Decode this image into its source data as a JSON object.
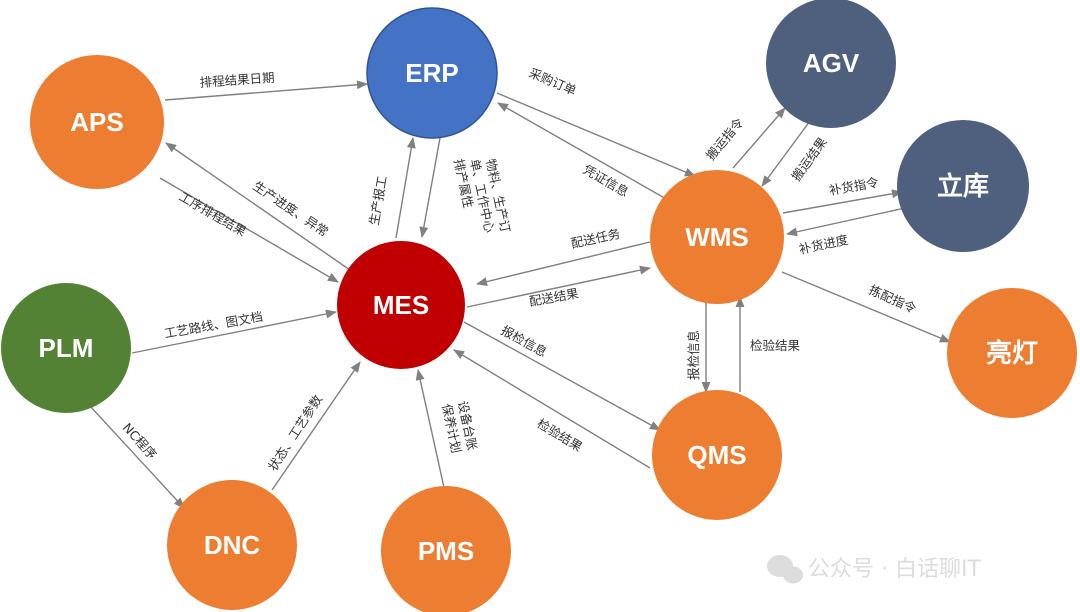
{
  "colors": {
    "orange": "#ED7D31",
    "blue": "#4472C4",
    "red": "#C00000",
    "green": "#548235",
    "slate": "#4F5F7E",
    "edge": "#808080"
  },
  "nodes": {
    "erp": "ERP",
    "aps": "APS",
    "agv": "AGV",
    "liku": "立库",
    "wms": "WMS",
    "mes": "MES",
    "plm": "PLM",
    "liangdeng": "亮灯",
    "qms": "QMS",
    "dnc": "DNC",
    "pms": "PMS"
  },
  "edges": {
    "aps_erp": "排程结果日期",
    "erp_wms": "采购订单",
    "wms_agv": "搬运指令",
    "agv_wms": "搬运结果",
    "wms_liku": "补货指令",
    "liku_wms": "补货进度",
    "wms_erp": "凭证信息",
    "mes_aps": "生产进度、异常",
    "aps_mes": "工序排程结果",
    "mes_erp": "生产报工",
    "erp_mes_1": "物料、生产订",
    "erp_mes_2": "单、工作中心",
    "erp_mes_3": "排产属性",
    "wms_mes": "配送任务",
    "mes_wms": "配送结果",
    "wms_liangdeng": "拣配指令",
    "plm_mes": "工艺路线、图文档",
    "mes_qms": "报检信息",
    "qms_mes": "检验结果",
    "wms_qms": "报检信息",
    "qms_wms": "检验结果",
    "plm_dnc": "NC程序",
    "dnc_mes": "状态、工艺参数",
    "pms_mes_1": "设备台账",
    "pms_mes_2": "保养计划"
  },
  "watermark": "公众号 · 白话聊IT"
}
